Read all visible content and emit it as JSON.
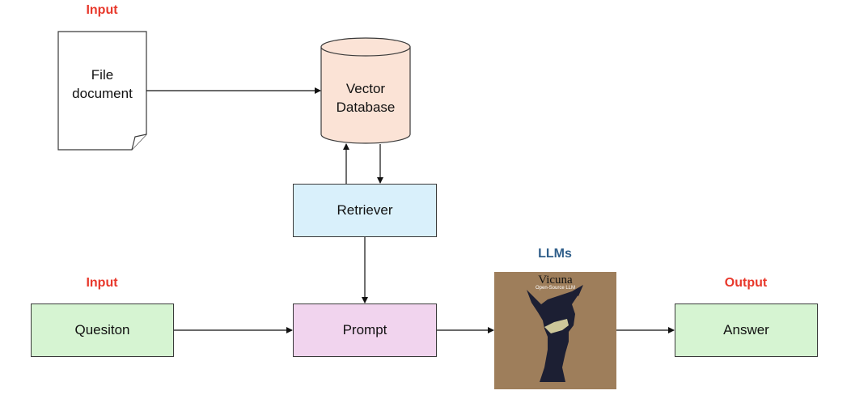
{
  "labels": {
    "input_top": "Input",
    "input_bottom": "Input",
    "llms": "LLMs",
    "output": "Output"
  },
  "nodes": {
    "file_document": {
      "line1": "File",
      "line2": "document"
    },
    "vector_database": {
      "line1": "Vector",
      "line2": "Database"
    },
    "retriever": "Retriever",
    "question": "Quesiton",
    "prompt": "Prompt",
    "answer": "Answer"
  },
  "llm_image": {
    "title": "Vicuna",
    "subtitle": "Open-Source LLM"
  },
  "colors": {
    "label_red": "#e8382b",
    "label_blue": "#2f5e8a",
    "database_fill": "#fbe3d6",
    "retriever_fill": "#d9f0fb",
    "question_fill": "#d6f4d2",
    "prompt_fill": "#f1d4ee",
    "answer_fill": "#d6f4d2",
    "vicuna_background": "#9a7a56"
  }
}
